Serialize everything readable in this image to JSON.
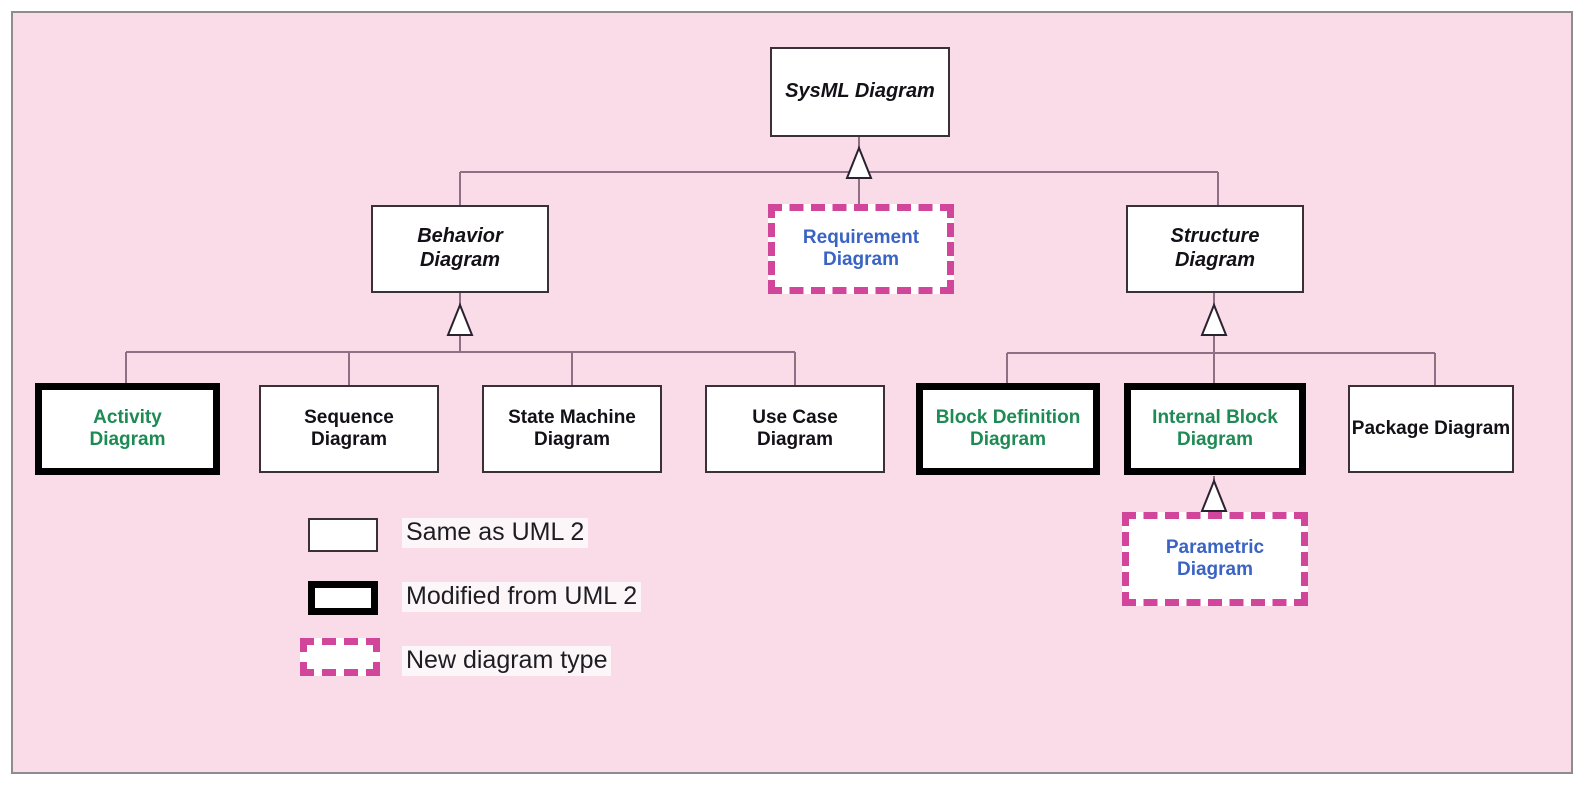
{
  "canvas": {
    "background_color": "#fadbe8",
    "border_color": "#8d8d8d"
  },
  "colors": {
    "abstract_text": "#141018",
    "plain_text": "#141018",
    "green_text": "#1e8a54",
    "blue_text": "#3a63c4",
    "pink_dashed": "#d1469b",
    "thin_border": "#3b2f38",
    "thick_border": "#000000",
    "connector": "#8f6f86"
  },
  "diagram": {
    "root": {
      "label": "SysML Diagram",
      "style": "same-as-uml2",
      "text_style": "abstract"
    },
    "level2": [
      {
        "label": "Behavior\nDiagram",
        "style": "same-as-uml2",
        "text_style": "abstract"
      },
      {
        "label": "Requirement\nDiagram",
        "style": "new-diagram-type",
        "text_style": "blue"
      },
      {
        "label": "Structure\nDiagram",
        "style": "same-as-uml2",
        "text_style": "abstract"
      }
    ],
    "behavior_children": [
      {
        "label": "Activity\nDiagram",
        "style": "modified-from-uml2",
        "text_style": "green"
      },
      {
        "label": "Sequence\nDiagram",
        "style": "same-as-uml2",
        "text_style": "plain"
      },
      {
        "label": "State Machine\nDiagram",
        "style": "same-as-uml2",
        "text_style": "plain"
      },
      {
        "label": "Use Case\nDiagram",
        "style": "same-as-uml2",
        "text_style": "plain"
      }
    ],
    "structure_children": [
      {
        "label": "Block Definition\nDiagram",
        "style": "modified-from-uml2",
        "text_style": "green"
      },
      {
        "label": "Internal Block\nDiagram",
        "style": "modified-from-uml2",
        "text_style": "green"
      },
      {
        "label": "Package Diagram",
        "style": "same-as-uml2",
        "text_style": "plain"
      }
    ],
    "internal_block_child": {
      "label": "Parametric\nDiagram",
      "style": "new-diagram-type",
      "text_style": "blue"
    }
  },
  "legend": {
    "items": [
      {
        "label": "Same as UML 2",
        "style": "same-as-uml2"
      },
      {
        "label": "Modified from UML 2",
        "style": "modified-from-uml2"
      },
      {
        "label": "New diagram type",
        "style": "new-diagram-type"
      }
    ]
  }
}
